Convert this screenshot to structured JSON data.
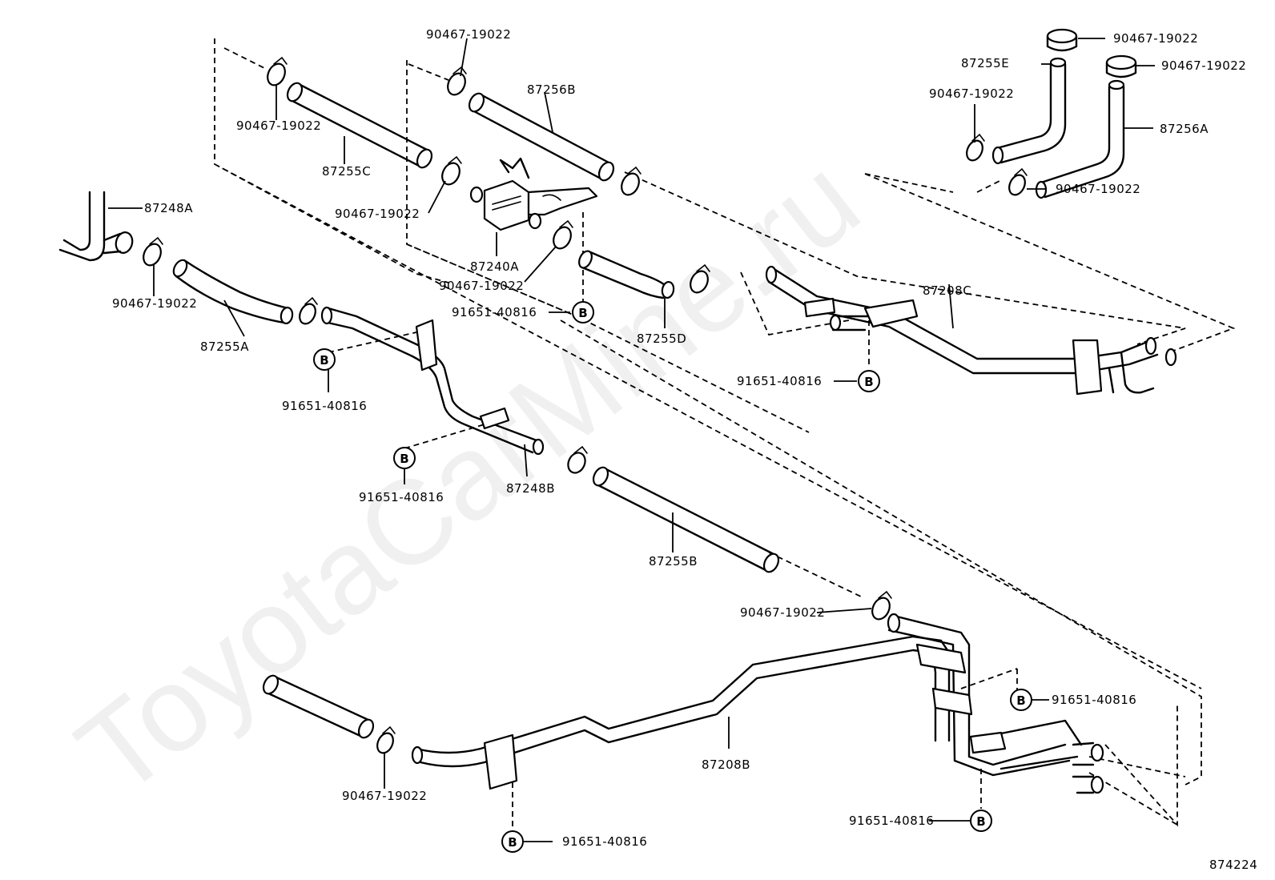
{
  "watermark": "ToyotaCarMine.ru",
  "diagram_id": "874224",
  "bolt_marker": "B",
  "labels": {
    "c90467_a": "90467-19022",
    "c90467_b": "90467-19022",
    "c90467_c": "90467-19022",
    "c90467_d": "90467-19022",
    "c90467_e": "90467-19022",
    "c90467_f": "90467-19022",
    "c90467_g": "90467-19022",
    "c90467_h": "90467-19022",
    "c90467_i": "90467-19022",
    "c90467_j": "90467-19022",
    "c90467_k": "90467-19022",
    "p87255C": "87255C",
    "p87256B": "87256B",
    "p87255E": "87255E",
    "p87256A": "87256A",
    "p87248A": "87248A",
    "p87240A": "87240A",
    "p87255A": "87255A",
    "p87255D": "87255D",
    "p87208C": "87208C",
    "p87248B": "87248B",
    "p87255B": "87255B",
    "p87208B": "87208B",
    "b91651_a": "91651-40816",
    "b91651_b": "91651-40816",
    "b91651_c": "91651-40816",
    "b91651_d": "91651-40816",
    "b91651_e": "91651-40816",
    "b91651_f": "91651-40816",
    "b91651_g": "91651-40816"
  }
}
